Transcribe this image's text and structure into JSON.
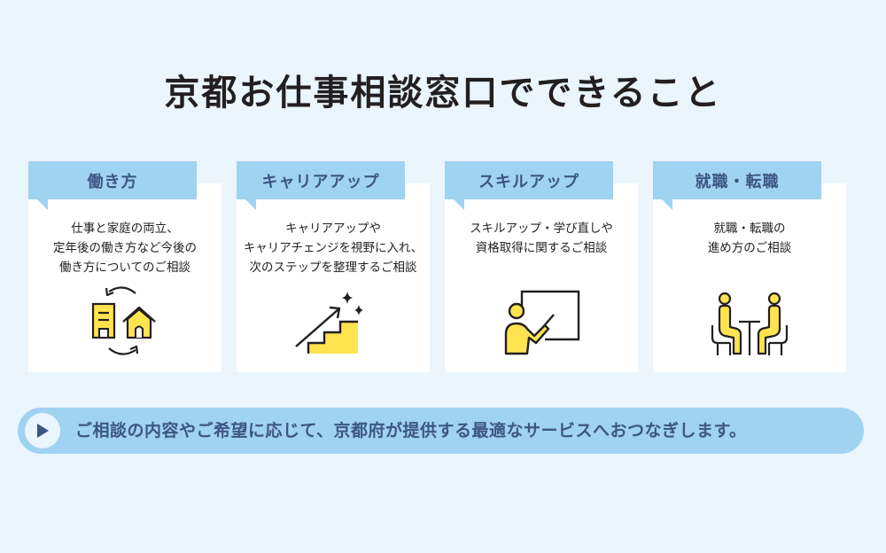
{
  "header": {
    "title": "京都お仕事相談窓口でできること"
  },
  "cards": [
    {
      "label": "働き方",
      "description": "仕事と家庭の両立、\n定年後の働き方など今後の\n働き方についてのご相談",
      "icon": "office-home-cycle-icon"
    },
    {
      "label": "キャリアアップ",
      "description": "キャリアアップや\nキャリアチェンジを視野に入れ、\n次のステップを整理するご相談",
      "icon": "stairs-arrow-icon"
    },
    {
      "label": "スキルアップ",
      "description": "スキルアップ・学び直しや\n資格取得に関するご相談",
      "icon": "teacher-whiteboard-icon"
    },
    {
      "label": "就職・転職",
      "description": "就職・転職の\n進め方のご相談",
      "icon": "consultation-meeting-icon"
    }
  ],
  "banner": {
    "text": "ご相談の内容やご希望に応じて、京都府が提供する最適なサービスへおつなぎします。",
    "icon": "play-icon"
  },
  "colors": {
    "background": "#eaf5fd",
    "accent_blue": "#9fd3f1",
    "navy_text": "#3d5684",
    "icon_yellow": "#ffe44f",
    "title_text": "#231f20"
  }
}
